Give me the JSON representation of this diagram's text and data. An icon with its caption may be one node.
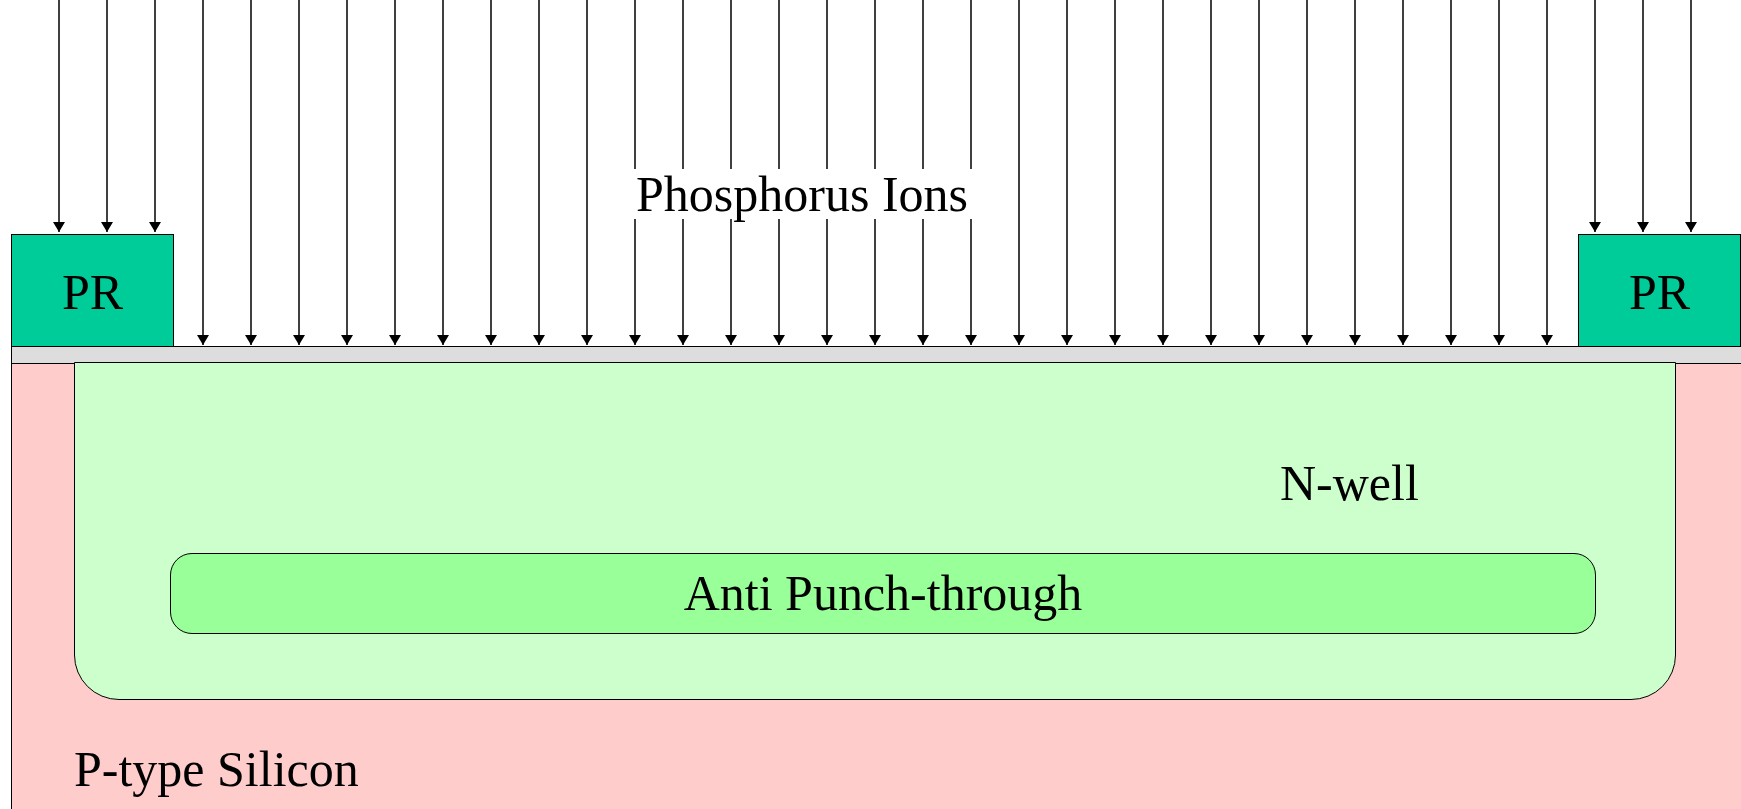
{
  "diagram": {
    "nodes": [
      {
        "text": [
          "PR"
        ]
      },
      {
        "text": [
          "PR"
        ]
      },
      {
        "text": [],
        "shape": "bar"
      },
      {
        "text": [
          "P-type Silicon"
        ]
      },
      {
        "text": [
          "N-well"
        ],
        "in": 3
      },
      {
        "text": [
          "Anti Punch-through"
        ],
        "in": 4
      }
    ],
    "edges": [],
    "labels": [
      "Phosphorus Ions"
    ]
  }
}
